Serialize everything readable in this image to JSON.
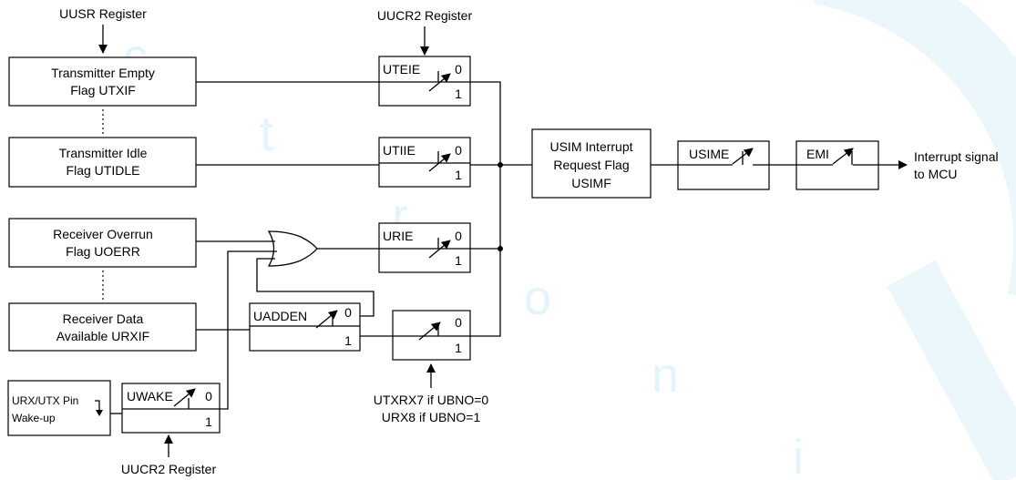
{
  "labels": {
    "uusr_register": "UUSR Register",
    "uucr2_register_top": "UUCR2 Register",
    "uucr2_register_bottom": "UUCR2 Register",
    "tx_empty_line1": "Transmitter Empty",
    "tx_empty_line2": "Flag UTXIF",
    "tx_idle_line1": "Transmitter Idle",
    "tx_idle_line2": "Flag UTIDLE",
    "rx_overrun_line1": "Receiver Overrun",
    "rx_overrun_line2": "Flag UOERR",
    "rx_data_line1": "Receiver Data",
    "rx_data_line2": "Available URXIF",
    "pin_wakeup_line1": "URX/UTX Pin",
    "pin_wakeup_line2": "Wake-up",
    "irq_flag_line1": "USIM Interrupt",
    "irq_flag_line2": "Request Flag",
    "irq_flag_line3": "USIMF",
    "output_line1": "Interrupt signal",
    "output_line2": "to MCU",
    "select_line1": "UTXRX7 if UBNO=0",
    "select_line2": "URX8 if UBNO=1"
  },
  "switches": {
    "uteie": "UTEIE",
    "utiie": "UTIIE",
    "urie": "URIE",
    "uadden": "UADDEN",
    "uwake": "UWAKE",
    "usime": "USIME",
    "emi": "EMI",
    "state_0": "0",
    "state_1": "1"
  },
  "watermark": [
    "c",
    "t",
    "r",
    "o",
    "n",
    "i"
  ],
  "colors": {
    "line": "#000000",
    "watermark": "#29abe2"
  }
}
